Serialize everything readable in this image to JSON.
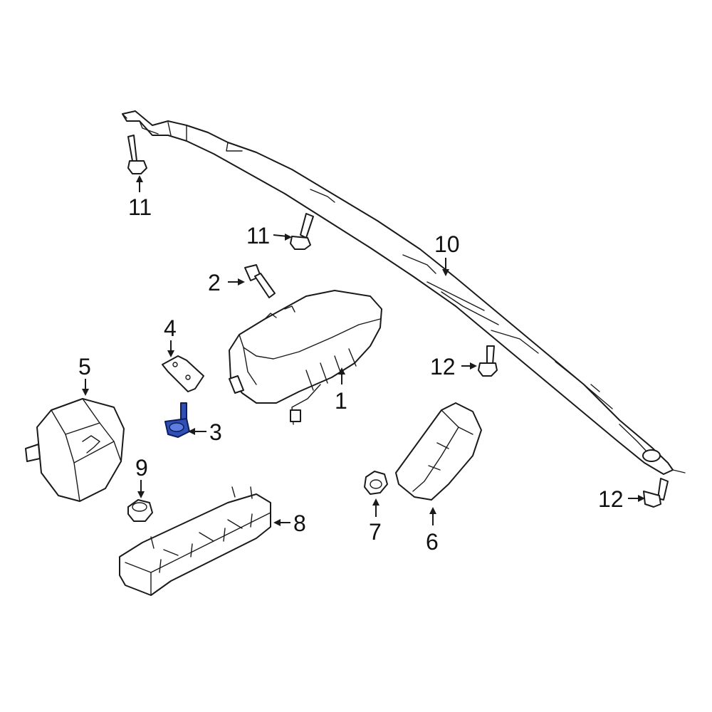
{
  "diagram": {
    "highlight_color": "#2f4fb5",
    "callouts": {
      "c1": "1",
      "c2": "2",
      "c3": "3",
      "c4": "4",
      "c5": "5",
      "c6": "6",
      "c7": "7",
      "c8": "8",
      "c9": "9",
      "c10": "10",
      "c11a": "11",
      "c11b": "11",
      "c12a": "12",
      "c12b": "12"
    },
    "parts": [
      {
        "id": "1",
        "name": "passenger-airbag"
      },
      {
        "id": "2",
        "name": "bolt"
      },
      {
        "id": "3",
        "name": "bolt",
        "highlighted": true
      },
      {
        "id": "4",
        "name": "bracket"
      },
      {
        "id": "5",
        "name": "driver-airbag"
      },
      {
        "id": "6",
        "name": "seat-airbag"
      },
      {
        "id": "7",
        "name": "nut"
      },
      {
        "id": "8",
        "name": "knee-airbag"
      },
      {
        "id": "9",
        "name": "nut"
      },
      {
        "id": "10",
        "name": "curtain-airbag"
      },
      {
        "id": "11",
        "name": "bolt"
      },
      {
        "id": "12",
        "name": "bolt"
      }
    ]
  }
}
